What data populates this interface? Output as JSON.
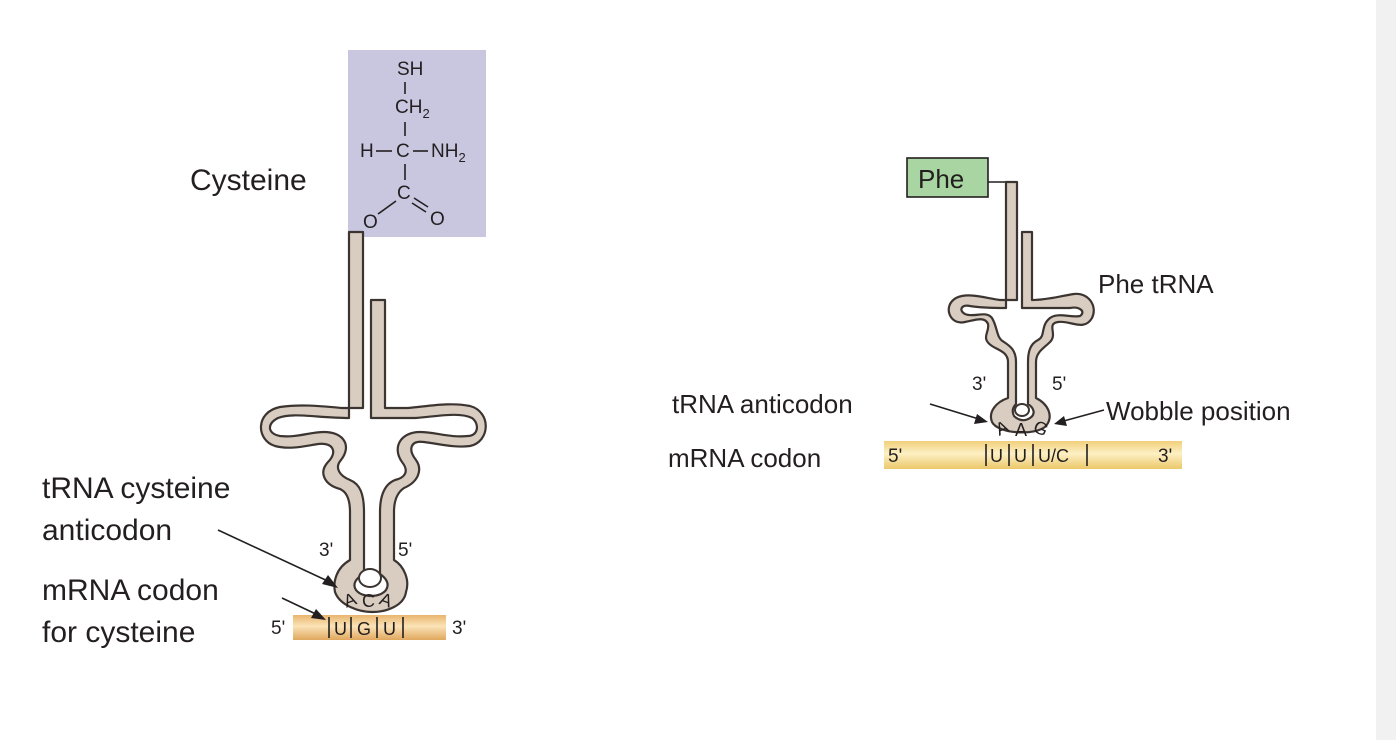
{
  "left_panel": {
    "amino_acid_label": "Cysteine",
    "structure": {
      "sh": "SH",
      "ch2": "CH",
      "ch2_sub": "2",
      "h": "H",
      "c": "C",
      "nh": "NH",
      "nh_sub": "2",
      "o_left": "O",
      "o_right": "O"
    },
    "anticodon_label_line1": "tRNA cysteine",
    "anticodon_label_line2": "anticodon",
    "codon_label_line1": "mRNA codon",
    "codon_label_line2": "for cysteine",
    "three_prime": "3'",
    "five_prime": "5'",
    "anticodon_bases": [
      "A",
      "C",
      "A"
    ],
    "codon_bases": [
      "U",
      "G",
      "U"
    ],
    "mrna_5": "5'",
    "mrna_3": "3'"
  },
  "right_panel": {
    "amino_acid_box": "Phe",
    "trna_label": "Phe tRNA",
    "anticodon_label": "tRNA anticodon",
    "wobble_label": "Wobble position",
    "codon_label": "mRNA codon",
    "three_prime": "3'",
    "five_prime": "5'",
    "anticodon_bases": [
      "A",
      "A",
      "G"
    ],
    "codon_bases": [
      "U",
      "U",
      "U/C"
    ],
    "mrna_5": "5'",
    "mrna_3": "3'"
  },
  "colors": {
    "cysteine_box": "#c9c6e0",
    "phe_box": "#a8d5a2",
    "trna_fill": "#d8cdc0",
    "mrna_left": "#f2c47e",
    "mrna_right": "#f7de88"
  }
}
